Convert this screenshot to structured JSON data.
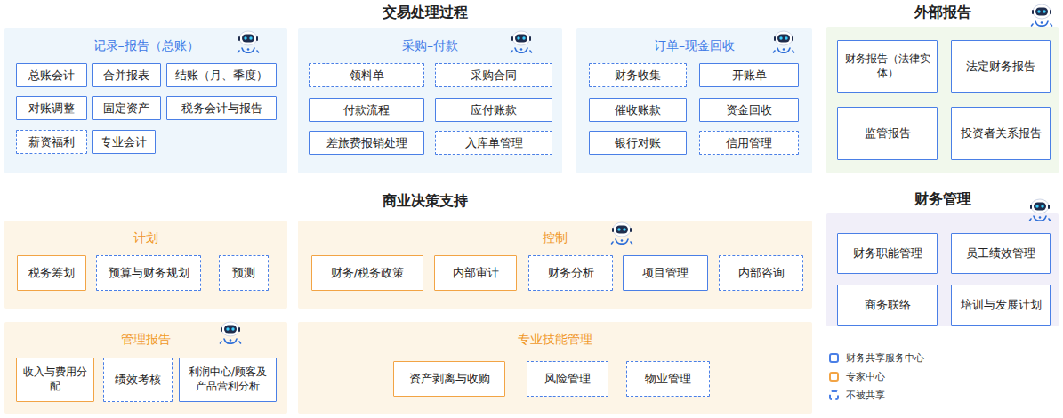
{
  "diagram": {
    "nodes": [
      {
        "text": [
          "记录–报告（总账）"
        ]
      },
      {
        "text": [
          "总账会计"
        ],
        "in": 0
      },
      {
        "text": [
          "合并报表"
        ],
        "in": 0
      },
      {
        "text": [
          "结账（月、季度）"
        ],
        "in": 0
      },
      {
        "text": [
          "对账调整"
        ],
        "in": 0
      },
      {
        "text": [
          "固定资产"
        ],
        "in": 0
      },
      {
        "text": [
          "税务会计与报告"
        ],
        "in": 0
      },
      {
        "text": [
          "薪资福利"
        ],
        "in": 0
      },
      {
        "text": [
          "专业会计"
        ],
        "in": 0
      },
      {
        "text": [
          "采购–付款"
        ]
      },
      {
        "text": [
          "领料单"
        ],
        "in": 9
      },
      {
        "text": [
          "采购合同"
        ],
        "in": 9
      },
      {
        "text": [
          "付款流程"
        ],
        "in": 9
      },
      {
        "text": [
          "应付账款"
        ],
        "in": 9
      },
      {
        "text": [
          "差旅费报销处理"
        ],
        "in": 9
      },
      {
        "text": [
          "入库单管理"
        ],
        "in": 9
      },
      {
        "text": [
          "订单–现金回收"
        ]
      },
      {
        "text": [
          "财务收集"
        ],
        "in": 16
      },
      {
        "text": [
          "开账单"
        ],
        "in": 16
      },
      {
        "text": [
          "催收账款"
        ],
        "in": 16
      },
      {
        "text": [
          "资金回收"
        ],
        "in": 16
      },
      {
        "text": [
          "银行对账"
        ],
        "in": 16
      },
      {
        "text": [
          "信用管理"
        ],
        "in": 16
      },
      {
        "text": [
          "外部报告"
        ]
      },
      {
        "text": [
          "财务报告（法律实体）"
        ],
        "in": 23
      },
      {
        "text": [
          "法定财务报告"
        ],
        "in": 23
      },
      {
        "text": [
          "监管报告"
        ],
        "in": 23
      },
      {
        "text": [
          "投资者关系报告"
        ],
        "in": 23
      },
      {
        "text": [
          "计划"
        ]
      },
      {
        "text": [
          "税务筹划"
        ],
        "in": 28
      },
      {
        "text": [
          "预算与财务规划"
        ],
        "in": 28
      },
      {
        "text": [
          "预测"
        ],
        "in": 28
      },
      {
        "text": [
          "控制"
        ]
      },
      {
        "text": [
          "财务/税务政策"
        ],
        "in": 32
      },
      {
        "text": [
          "内部审计"
        ],
        "in": 32
      },
      {
        "text": [
          "财务分析"
        ],
        "in": 32
      },
      {
        "text": [
          "项目管理"
        ],
        "in": 32
      },
      {
        "text": [
          "内部咨询"
        ],
        "in": 32
      },
      {
        "text": [
          "财务管理"
        ]
      },
      {
        "text": [
          "财务职能管理"
        ],
        "in": 38
      },
      {
        "text": [
          "员工绩效管理"
        ],
        "in": 38
      },
      {
        "text": [
          "商务联络"
        ],
        "in": 38
      },
      {
        "text": [
          "培训与发展计划"
        ],
        "in": 38
      },
      {
        "text": [
          "管理报告"
        ]
      },
      {
        "text": [
          "收入与费用分配"
        ],
        "in": 43
      },
      {
        "text": [
          "绩效考核"
        ],
        "in": 43
      },
      {
        "text": [
          "利润中心/顾客及产品营利分析"
        ],
        "in": 43
      },
      {
        "text": [
          "专业技能管理"
        ]
      },
      {
        "text": [
          "资产剥离与收购"
        ],
        "in": 47
      },
      {
        "text": [
          "风险管理"
        ],
        "in": 47
      },
      {
        "text": [
          "物业管理"
        ],
        "in": 47
      }
    ],
    "labels": [
      "交易处理过程",
      "商业决策支持"
    ],
    "legend": [
      {
        "text": "财务共享服务中心",
        "color": "#4a7fe6"
      },
      {
        "text": "专家中心",
        "color": "#f2a445"
      },
      {
        "text": "不被共享",
        "color": "#4a7fe6"
      }
    ]
  }
}
